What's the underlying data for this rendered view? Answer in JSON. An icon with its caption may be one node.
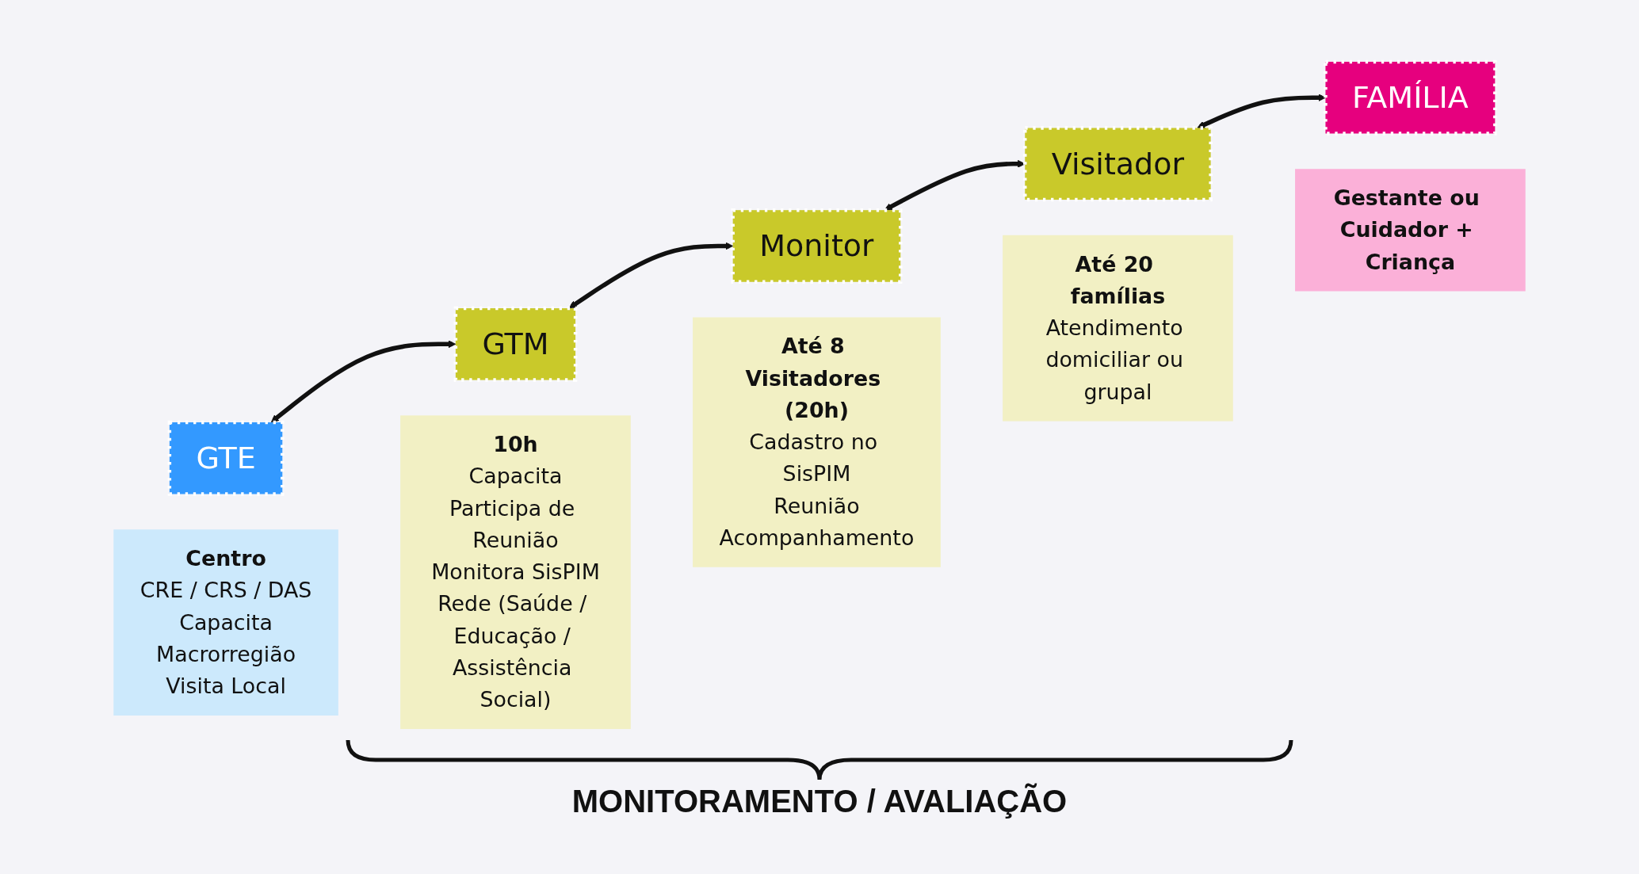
{
  "diagram": {
    "nodes": [
      {
        "text": [
          "GTE"
        ]
      },
      {
        "text": [
          "Centro",
          "CRE / CRS / DAS",
          "Capacita",
          "Macrorregião",
          "Visita Local"
        ]
      },
      {
        "text": [
          "GTM"
        ]
      },
      {
        "text": [
          "10h",
          "Capacita",
          "Participa de Reunião",
          "Monitora SisPIM",
          "Rede (Saúde / Educação / Assistência Social)"
        ]
      },
      {
        "text": [
          "Monitor"
        ]
      },
      {
        "text": [
          "Até 8 Visitadores (20h)",
          "Cadastro no SisPIM",
          "Reunião",
          "Acompanhamento"
        ]
      },
      {
        "text": [
          "Visitador"
        ]
      },
      {
        "text": [
          "Até 20 famílias",
          "Atendimento domiciliar ou grupal"
        ]
      },
      {
        "text": [
          "FAMÍLIA"
        ]
      },
      {
        "text": [
          "Gestante ou Cuidador + Criança"
        ]
      }
    ],
    "edges": [
      {
        "from": 0,
        "to": 2,
        "arrow": "both"
      },
      {
        "from": 2,
        "to": 4,
        "arrow": "both"
      },
      {
        "from": 4,
        "to": 6,
        "arrow": "both"
      },
      {
        "from": 6,
        "to": 8,
        "arrow": "both"
      }
    ],
    "labels": [
      "MONITORAMENTO / AVALIAÇÃO"
    ]
  }
}
